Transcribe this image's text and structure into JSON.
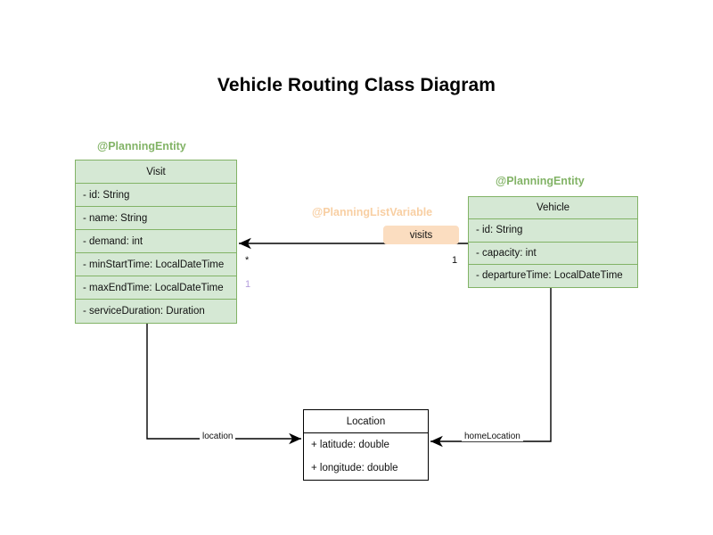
{
  "title": "Vehicle Routing Class Diagram",
  "colors": {
    "entity_fill": "#d5e8d4",
    "entity_border": "#82b366",
    "annotation_entity": "#82b366",
    "annotation_listvariable": "#f8cfa3",
    "label_chip_fill": "#fbddc0",
    "plain_fill": "#ffffff",
    "plain_border": "#000000",
    "multiplicity_accent": "#b39ddb",
    "line": "#000000",
    "background": "#ffffff"
  },
  "classes": {
    "visit": {
      "annotation": "@PlanningEntity",
      "name": "Visit",
      "attributes": [
        "- id: String",
        "- name: String",
        "- demand: int",
        "- minStartTime: LocalDateTime",
        "- maxEndTime: LocalDateTime",
        "- serviceDuration: Duration"
      ]
    },
    "vehicle": {
      "annotation": "@PlanningEntity",
      "name": "Vehicle",
      "attributes": [
        "- id: String",
        "- capacity: int",
        "- departureTime: LocalDateTime"
      ]
    },
    "location": {
      "name": "Location",
      "attributes": [
        "+ latitude: double",
        "+ longitude: double"
      ]
    }
  },
  "relations": {
    "visits": {
      "annotation": "@PlanningListVariable",
      "label": "visits",
      "source": "Vehicle",
      "target": "Visit",
      "source_multiplicity": "1",
      "target_multiplicity": "*",
      "target_multiplicity_secondary": "1"
    },
    "location": {
      "label": "location",
      "source": "Visit",
      "target": "Location"
    },
    "home_location": {
      "label": "homeLocation",
      "source": "Vehicle",
      "target": "Location"
    }
  }
}
